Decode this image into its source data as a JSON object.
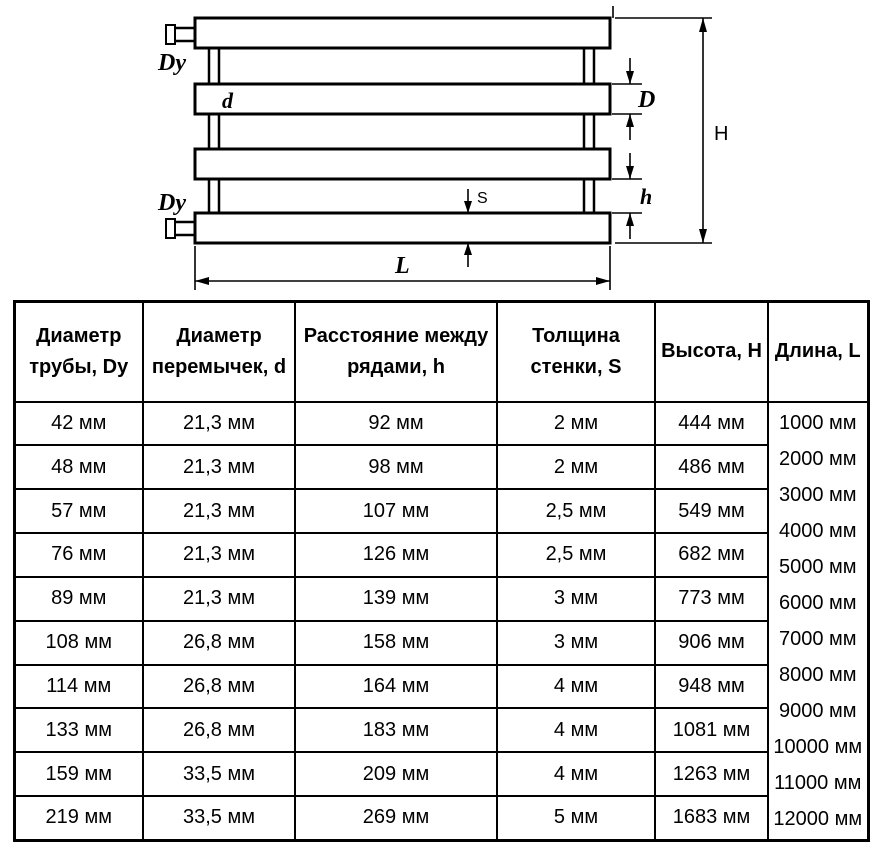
{
  "diagram": {
    "labels": {
      "dy_top": "Dy",
      "d": "d",
      "dy_bottom": "Dy",
      "D": "D",
      "H": "H",
      "h": "h",
      "S": "S",
      "L": "L"
    }
  },
  "table": {
    "headers": [
      "Диаметр\nтрубы, Dy",
      "Диаметр\nперемычек, d",
      "Расстояние между\nрядами, h",
      "Толщина\nстенки, S",
      "Высота, H",
      "Длина, L"
    ],
    "rows": [
      [
        "42 мм",
        "21,3 мм",
        "92 мм",
        "2 мм",
        "444 мм"
      ],
      [
        "48 мм",
        "21,3 мм",
        "98 мм",
        "2 мм",
        "486 мм"
      ],
      [
        "57 мм",
        "21,3 мм",
        "107 мм",
        "2,5 мм",
        "549 мм"
      ],
      [
        "76 мм",
        "21,3 мм",
        "126 мм",
        "2,5 мм",
        "682 мм"
      ],
      [
        "89 мм",
        "21,3 мм",
        "139 мм",
        "3 мм",
        "773 мм"
      ],
      [
        "108 мм",
        "26,8 мм",
        "158 мм",
        "3 мм",
        "906 мм"
      ],
      [
        "114 мм",
        "26,8 мм",
        "164 мм",
        "4 мм",
        "948 мм"
      ],
      [
        "133 мм",
        "26,8 мм",
        "183 мм",
        "4 мм",
        "1081 мм"
      ],
      [
        "159 мм",
        "33,5 мм",
        "209 мм",
        "4 мм",
        "1263 мм"
      ],
      [
        "219 мм",
        "33,5 мм",
        "269 мм",
        "5 мм",
        "1683 мм"
      ]
    ],
    "length_values": [
      "1000 мм",
      "2000 мм",
      "3000 мм",
      "4000 мм",
      "5000 мм",
      "6000 мм",
      "7000 мм",
      "8000 мм",
      "9000 мм",
      "10000 мм",
      "11000 мм",
      "12000 мм"
    ]
  }
}
